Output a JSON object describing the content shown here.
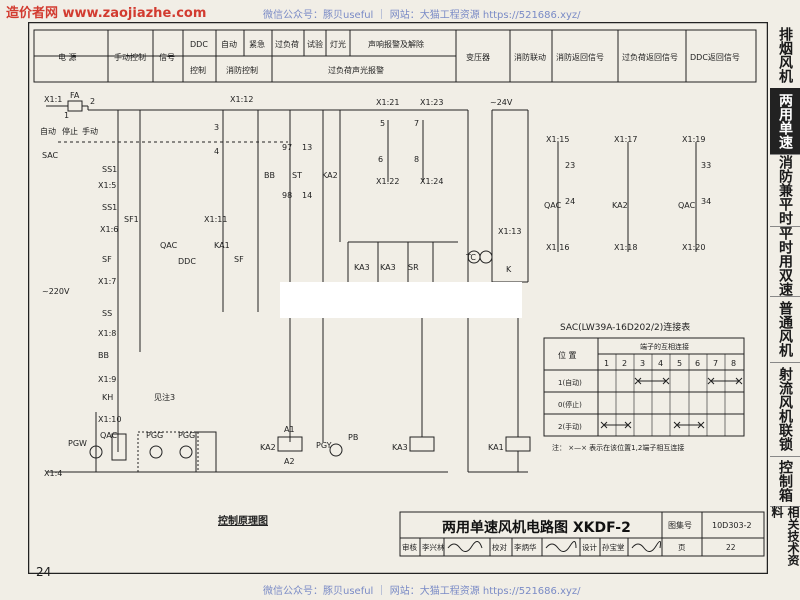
{
  "watermark": {
    "site": "造价者网 www.zaojiazhe.com",
    "top": "微信公众号：豚贝useful ｜ 网站：大猫工程资源 https://521686.xyz/",
    "bottom": "微信公众号：豚贝useful ｜ 网站：大猫工程资源 https://521686.xyz/"
  },
  "header": {
    "power": "电 源",
    "manual": "手动控制",
    "signal": "信号",
    "ddc1": "DDC",
    "ddc2": "控制",
    "auto": "自动",
    "emergency": "紧急",
    "overload": "过负荷",
    "test": "试验",
    "light": "灯光",
    "alarm": "声响报警及解除",
    "fire_ctrl": "消防控制",
    "overload_alarm": "过负荷声光报警",
    "transformer": "变压器",
    "fire_link": "消防联动",
    "fire_return": "消防返回信号",
    "overload_return": "过负荷返回信号",
    "ddc_return": "DDC返回信号"
  },
  "labels": {
    "x1_1": "X1:1",
    "fa": "FA",
    "one": "1",
    "two": "2",
    "x1_12": "X1:12",
    "x1_21": "X1:21",
    "x1_23": "X1:23",
    "v24": "~24V",
    "sel_auto": "自动",
    "sel_stop": "停止",
    "sel_manual": "手动",
    "sac": "SAC",
    "v220": "~220V",
    "x1_4": "X1:4",
    "x1_5": "X1:5",
    "x1_6": "X1:6",
    "x1_7": "X1:7",
    "x1_8": "X1:8",
    "x1_9": "X1:9",
    "x1_10": "X1:10",
    "x1_11": "X1:11",
    "x1_13": "X1:13",
    "x1_22": "X1:22",
    "x1_24": "X1:24",
    "x1_15": "X1:15",
    "x1_16": "X1:16",
    "x1_17": "X1:17",
    "x1_18": "X1:18",
    "x1_19": "X1:19",
    "x1_20": "X1:20",
    "ss1": "SS1",
    "ss1b": "SS1",
    "sf1": "SF1",
    "sf": "SF",
    "sf2": "SF",
    "ss": "SS",
    "bb": "BB",
    "bb2": "BB",
    "kh": "KH",
    "note3": "见注3",
    "qac": "QAC",
    "ddc": "DDC",
    "ka1": "KA1",
    "ka2": "KA2",
    "ka3": "KA3",
    "ka3b": "KA3",
    "st": "ST",
    "sr": "SR",
    "tc": "TC",
    "k": "K",
    "pgw": "PGW",
    "pgg": "PGG",
    "pgg2": "PGG",
    "pgy": "PGY",
    "pb": "PB",
    "qac2": "QAC",
    "ka2b": "KA2",
    "qac3": "QAC",
    "n97": "97",
    "n98": "98",
    "n4": "4",
    "n3": "3",
    "n5": "5",
    "n6": "6",
    "n7": "7",
    "n8": "8",
    "n13": "13",
    "n14": "14",
    "n23": "23",
    "n24": "24",
    "n33": "33",
    "n34": "34",
    "a1": "A1",
    "a2": "A2",
    "ctrl_title": "控制原理图"
  },
  "sac_table": {
    "title": "SAC(LW39A-16D202/2)连接表",
    "col_pos": "位 置",
    "col_group": "端子的互相连接",
    "terminals": [
      "1",
      "2",
      "3",
      "4",
      "5",
      "6",
      "7",
      "8"
    ],
    "rows": [
      {
        "label": "1(自动)",
        "marks": "3-4 ; 7-8"
      },
      {
        "label": "0(停止)",
        "marks": ""
      },
      {
        "label": "2(手动)",
        "marks": "1-2 ; 5-6"
      }
    ],
    "note": "注： ×—× 表示在该位置1,2端子相互连接"
  },
  "titleblock": {
    "title": "两用单速风机电路图 XKDF-2",
    "atlas_no_label": "图集号",
    "atlas_no": "10D303-2",
    "review_label": "审核",
    "reviewer": "李兴林",
    "check_label": "校对",
    "checker": "李炳华",
    "design_label": "设计",
    "designer": "孙宝堂",
    "page_label": "页",
    "page": "22"
  },
  "sidebar": {
    "items": [
      {
        "label": "排烟风机",
        "active": false
      },
      {
        "label": "两用单速",
        "active": true
      },
      {
        "label": "消防兼平时",
        "active": false
      },
      {
        "label": "平时用双速",
        "active": false
      },
      {
        "label": "普通风机",
        "active": false
      },
      {
        "label": "射流风机联锁",
        "active": false
      },
      {
        "label": "控制箱",
        "active": false
      },
      {
        "label": "相关技术资料",
        "active": false
      }
    ]
  },
  "left_strip": "",
  "page_number": "24"
}
